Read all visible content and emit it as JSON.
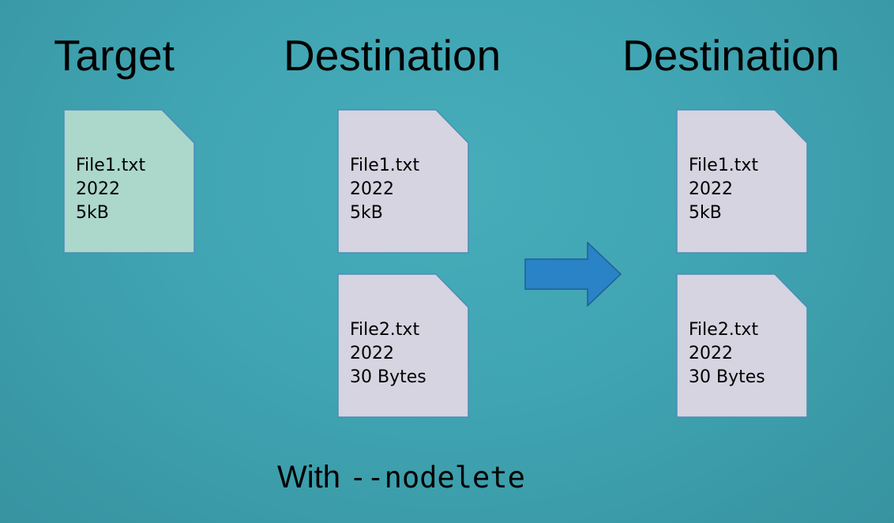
{
  "headings": {
    "target": "Target",
    "destination_before": "Destination",
    "destination_after": "Destination"
  },
  "target": {
    "files": [
      {
        "name": "File1.txt",
        "year": "2022",
        "size": "5kB",
        "color": "#acd7cb"
      }
    ]
  },
  "destination_before": {
    "files": [
      {
        "name": "File1.txt",
        "year": "2022",
        "size": "5kB",
        "color": "#d5d4e0"
      },
      {
        "name": "File2.txt",
        "year": "2022",
        "size": "30 Bytes",
        "color": "#d5d4e0"
      }
    ]
  },
  "destination_after": {
    "files": [
      {
        "name": "File1.txt",
        "year": "2022",
        "size": "5kB",
        "color": "#d5d4e0"
      },
      {
        "name": "File2.txt",
        "year": "2022",
        "size": "30 Bytes",
        "color": "#d5d4e0"
      }
    ]
  },
  "arrow": {
    "icon": "right-arrow-icon",
    "color": "#2a82c7"
  },
  "caption": {
    "prefix": "With",
    "option": "--nodelete"
  }
}
